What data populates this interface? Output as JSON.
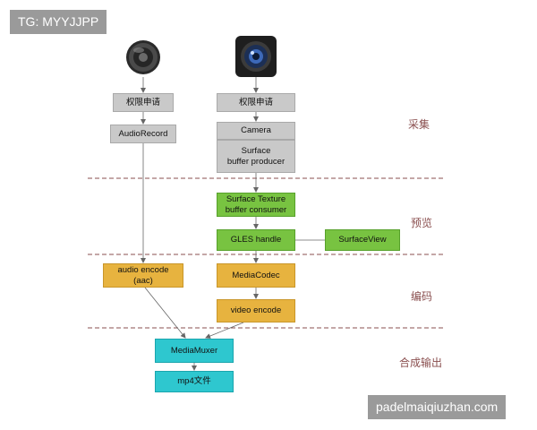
{
  "watermark_top": "TG: MYYJJPP",
  "watermark_bottom": "padelmaiqiuzhan.com",
  "icons": {
    "speaker": "speaker-icon",
    "camera": "camera-lens-icon"
  },
  "sections": {
    "capture": "采集",
    "preview": "预览",
    "encode": "编码",
    "output": "合成输出"
  },
  "nodes": {
    "audio_permission": "权限申请",
    "audio_record": "AudioRecord",
    "cam_permission": "权限申请",
    "camera": "Camera",
    "surface_producer_line1": "Surface",
    "surface_producer_line2": "buffer producer",
    "surface_texture_line1": "Surface Texture",
    "surface_texture_line2": "buffer consumer",
    "gles_handle": "GLES handle",
    "surface_view": "SurfaceView",
    "audio_encode_line1": "audio encode",
    "audio_encode_line2": "(aac)",
    "media_codec": "MediaCodec",
    "video_encode": "video encode",
    "media_muxer": "MediaMuxer",
    "mp4_file": "mp4文件"
  },
  "colors": {
    "gray": "#c9c9c9",
    "green": "#78c341",
    "orange": "#e7b33f",
    "cyan": "#2ec7cf",
    "divider": "#8a4f4f"
  }
}
